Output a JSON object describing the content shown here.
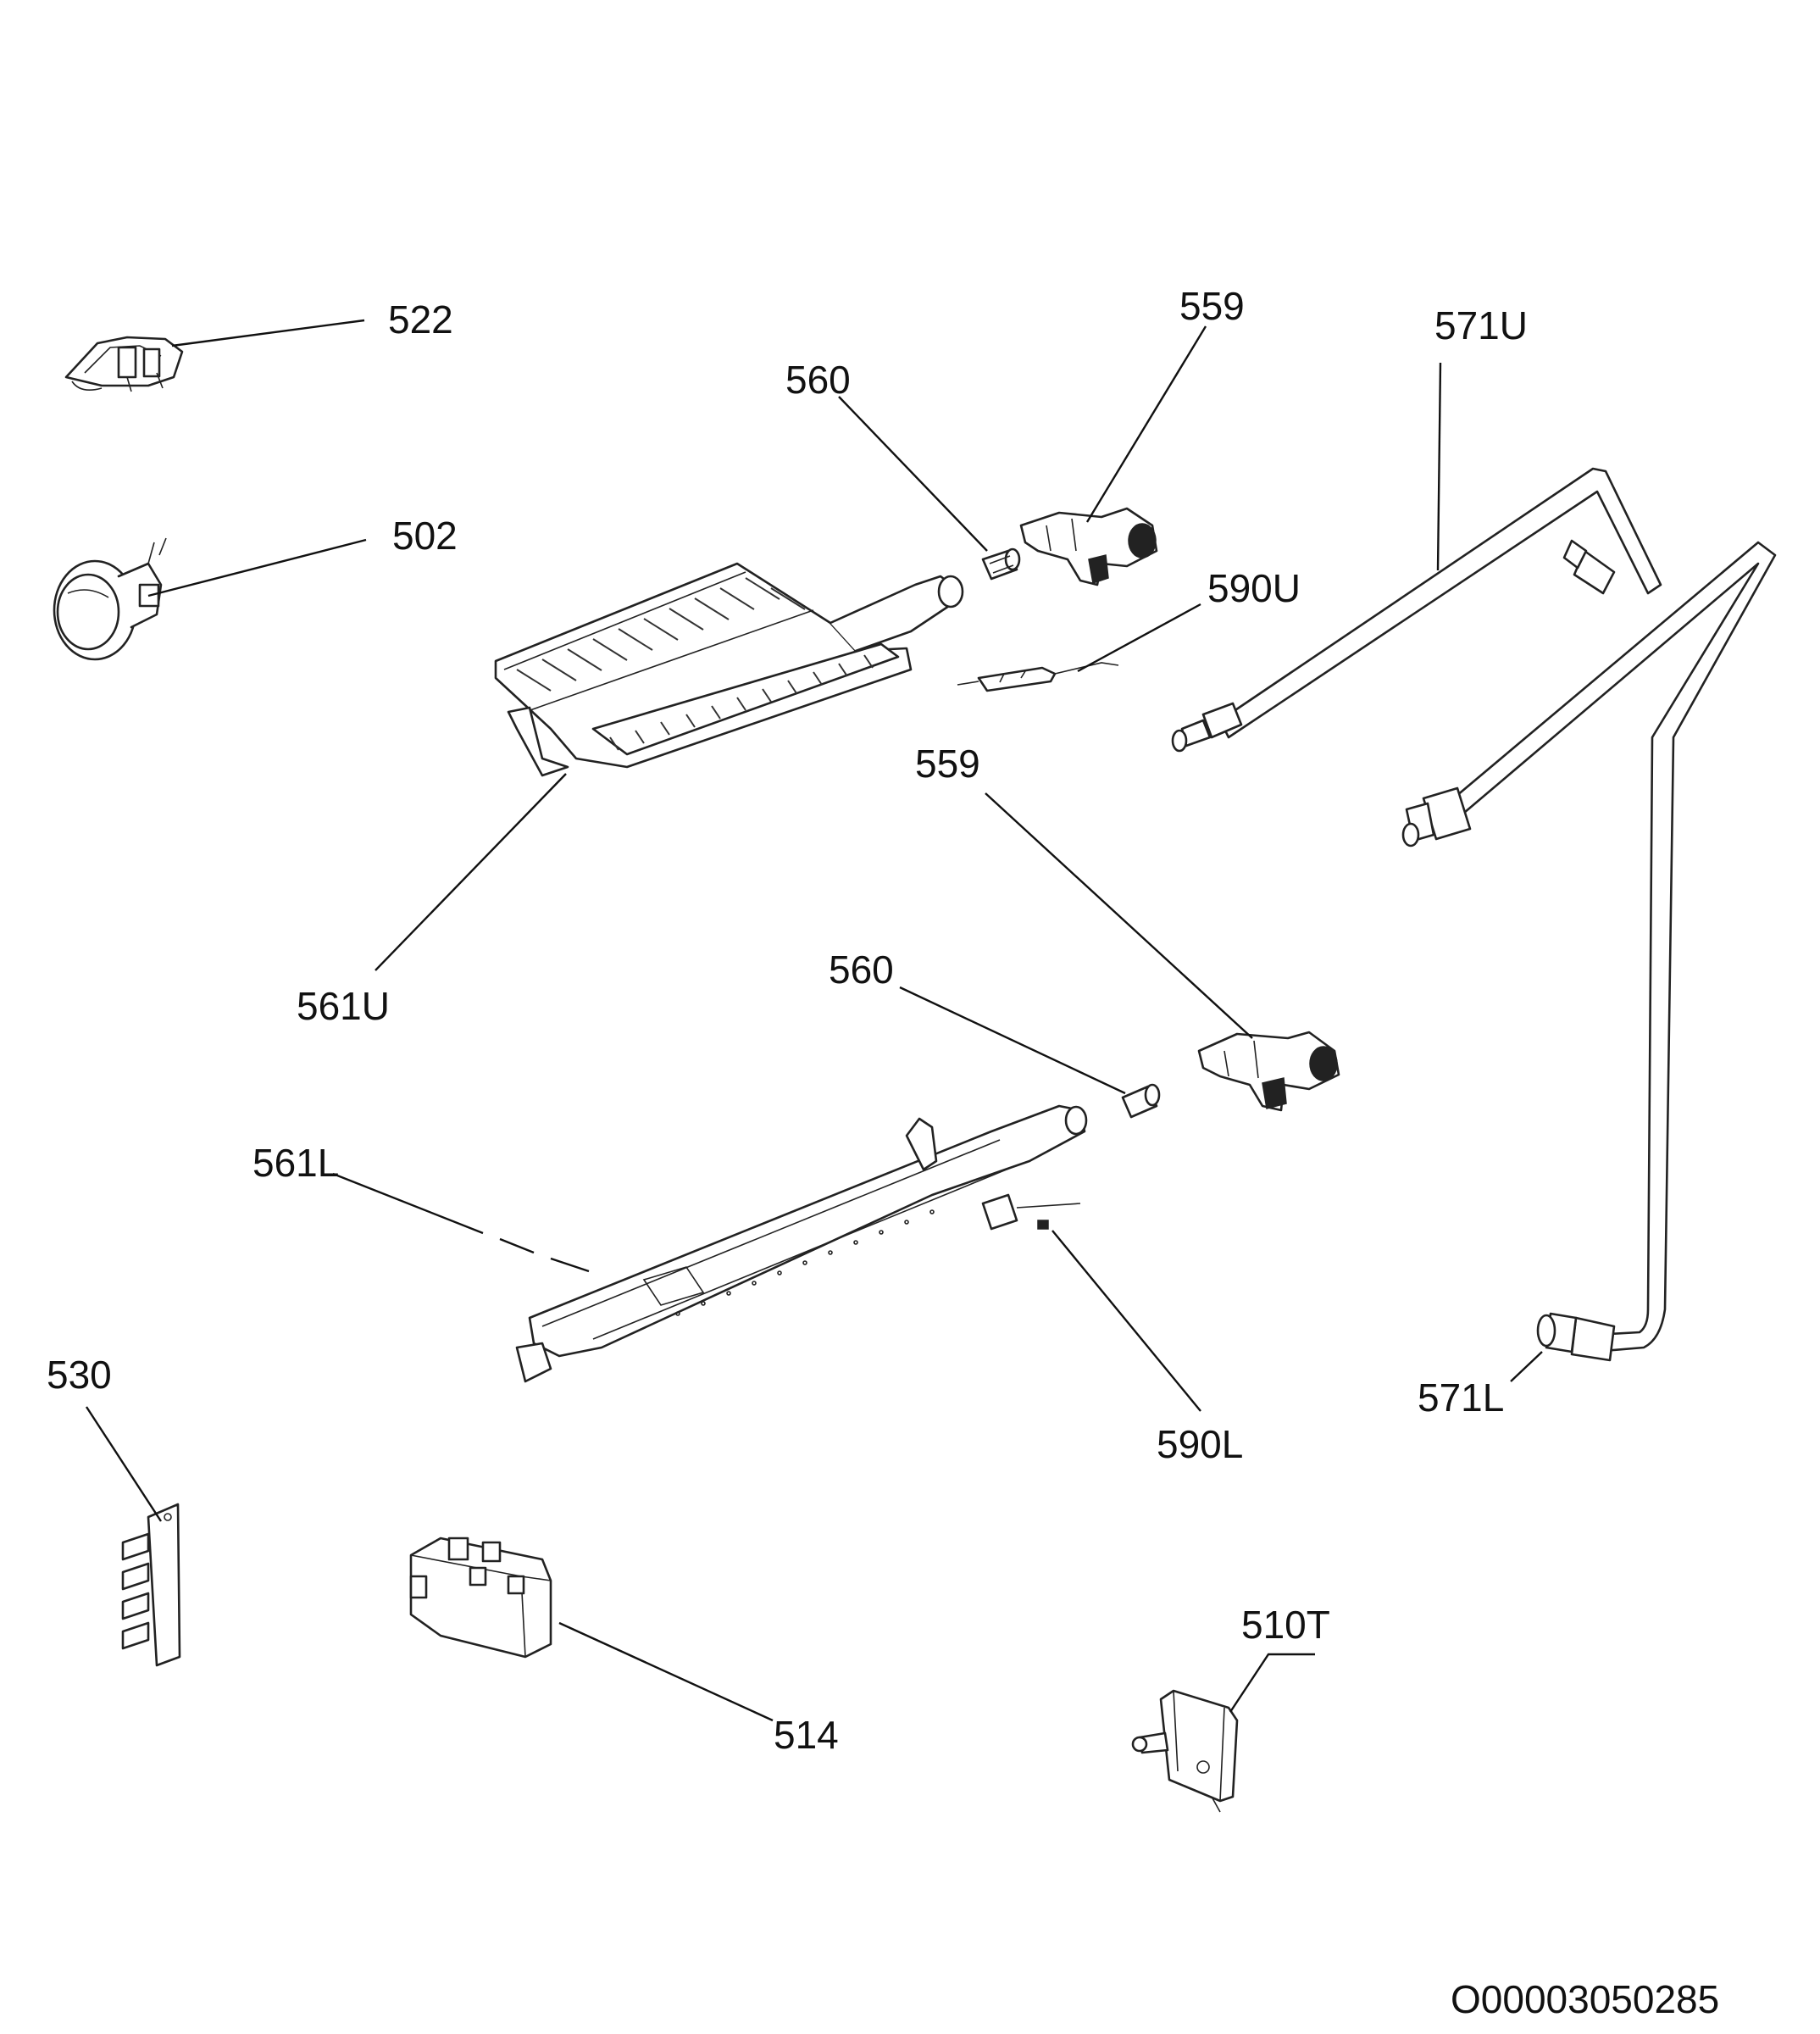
{
  "labels": {
    "522": "522",
    "502": "502",
    "560_upper": "560",
    "559_upper": "559",
    "571U": "571U",
    "590U": "590U",
    "559_lower": "559",
    "561U": "561U",
    "560_lower": "560",
    "561L": "561L",
    "530": "530",
    "571L": "571L",
    "590L": "590L",
    "510T": "510T",
    "514": "514"
  },
  "document_code": "O00003050285"
}
